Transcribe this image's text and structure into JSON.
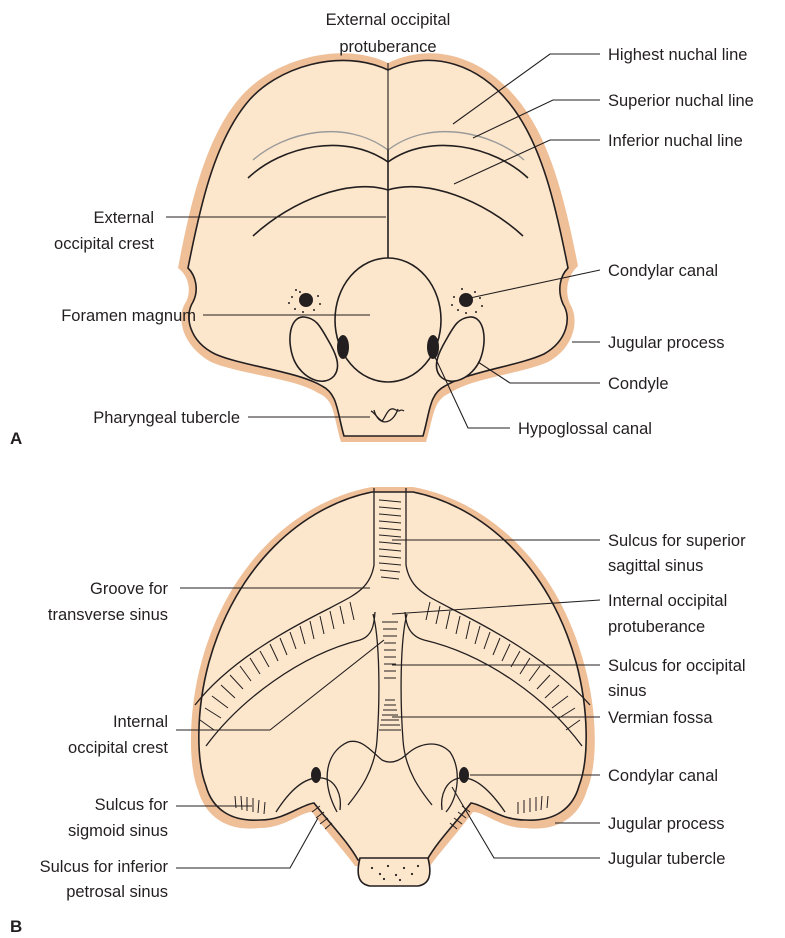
{
  "panels": {
    "a": "A",
    "b": "B"
  },
  "panel_a": {
    "external_occipital_protuberance_1": "External occipital",
    "external_occipital_protuberance_2": "protuberance",
    "highest_nuchal_line": "Highest nuchal line",
    "superior_nuchal_line": "Superior nuchal line",
    "inferior_nuchal_line": "Inferior nuchal line",
    "external_occipital_crest_1": "External",
    "external_occipital_crest_2": "occipital crest",
    "condylar_canal": "Condylar canal",
    "foramen_magnum": "Foramen magnum",
    "jugular_process": "Jugular process",
    "condyle": "Condyle",
    "pharyngeal_tubercle": "Pharyngeal tubercle",
    "hypoglossal_canal": "Hypoglossal canal"
  },
  "panel_b": {
    "sulcus_superior_sagittal_1": "Sulcus for superior",
    "sulcus_superior_sagittal_2": "sagittal sinus",
    "groove_transverse_1": "Groove for",
    "groove_transverse_2": "transverse sinus",
    "internal_occipital_protuberance_1": "Internal occipital",
    "internal_occipital_protuberance_2": "protuberance",
    "sulcus_occipital_1": "Sulcus for occipital",
    "sulcus_occipital_2": "sinus",
    "internal_occipital_crest_1": "Internal",
    "internal_occipital_crest_2": "occipital crest",
    "vermian_fossa": "Vermian fossa",
    "condylar_canal": "Condylar canal",
    "sulcus_sigmoid_1": "Sulcus for",
    "sulcus_sigmoid_2": "sigmoid sinus",
    "jugular_process": "Jugular process",
    "sulcus_inferior_petrosal_1": "Sulcus for inferior",
    "sulcus_inferior_petrosal_2": "petrosal sinus",
    "jugular_tubercle": "Jugular tubercle"
  }
}
